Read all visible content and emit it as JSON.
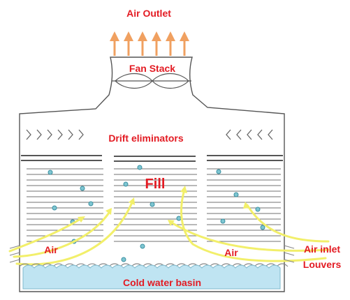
{
  "labels": {
    "air_outlet": "Air Outlet",
    "fan_stack": "Fan Stack",
    "drift_eliminators": "Drift eliminators",
    "fill": "Fill",
    "air_left": "Air",
    "air_right": "Air",
    "air_inlet_line1": "Air inlet",
    "air_inlet_line2": "Louvers",
    "cold_water_basin": "Cold water basin"
  },
  "colors": {
    "label": "#e31b23",
    "outlet_arrow": "#f0a060",
    "air_flow": "#f2ef6a",
    "water_drop": "#7fc6d2",
    "basin_water": "#bfe4f2",
    "structure": "#555555"
  }
}
